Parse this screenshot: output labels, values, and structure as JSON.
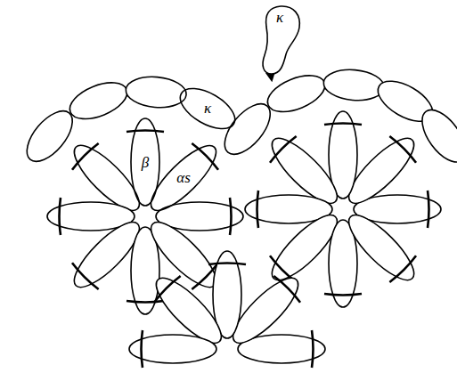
{
  "diagram": {
    "nodes": [
      {
        "text": [
          "κ"
        ]
      },
      {
        "text": [
          "κ"
        ]
      },
      {
        "text": [
          "β"
        ]
      },
      {
        "text": [
          "αs"
        ]
      }
    ]
  }
}
